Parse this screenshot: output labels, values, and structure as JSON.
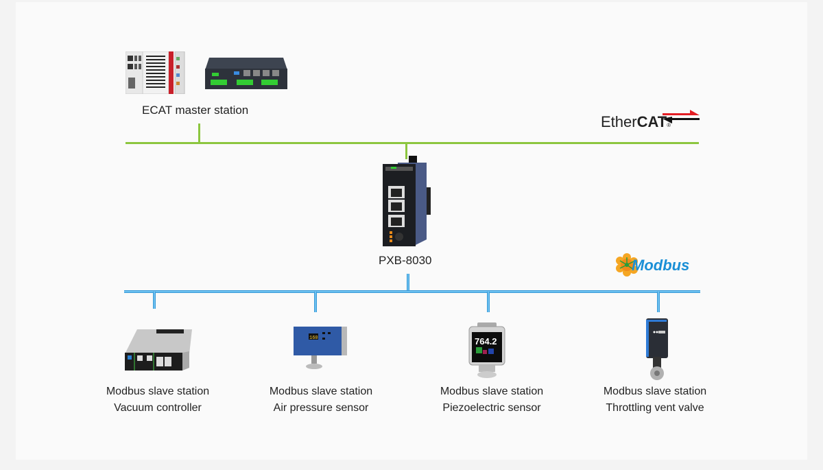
{
  "diagram": {
    "master": {
      "label": "ECAT master station"
    },
    "ethercat_logo": {
      "prefix": "Ether",
      "bold": "CAT",
      "registered": "®"
    },
    "gateway": {
      "label": "PXB-8030"
    },
    "modbus_logo": {
      "text": "Modbus"
    },
    "slaves": [
      {
        "line1": "Modbus slave station",
        "line2": "Vacuum controller"
      },
      {
        "line1": "Modbus slave station",
        "line2": "Air pressure sensor"
      },
      {
        "line1": "Modbus slave station",
        "line2": "Piezoelectric sensor",
        "display_value": "764.2"
      },
      {
        "line1": "Modbus slave station",
        "line2": "Throttling vent valve"
      }
    ],
    "colors": {
      "ethercat_bus": "#8cc63f",
      "modbus_bus": "#6cc0ef",
      "ethercat_arrow": "#e31e24",
      "modbus_text": "#1a8fd6"
    }
  }
}
